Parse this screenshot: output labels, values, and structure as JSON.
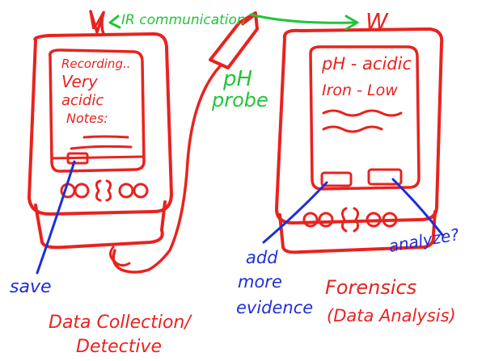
{
  "labels": {
    "user_left": "V",
    "user_right": "W",
    "ir": "IR communication",
    "probe_line1": "pH",
    "probe_line2": "probe",
    "left_screen": {
      "line1": "Recording..",
      "line2": "Very",
      "line3": "acidic",
      "line4": "Notes:"
    },
    "right_screen": {
      "line1": "pH - acidic",
      "line2": "Iron - Low"
    },
    "save": "save",
    "add_line1": "add",
    "add_line2": "more",
    "add_line3": "evidence",
    "analyze": "analyze?",
    "left_caption_line1": "Data Collection/",
    "left_caption_line2": "Detective",
    "right_caption_line1": "Forensics",
    "right_caption_line2": "(Data Analysis)"
  }
}
